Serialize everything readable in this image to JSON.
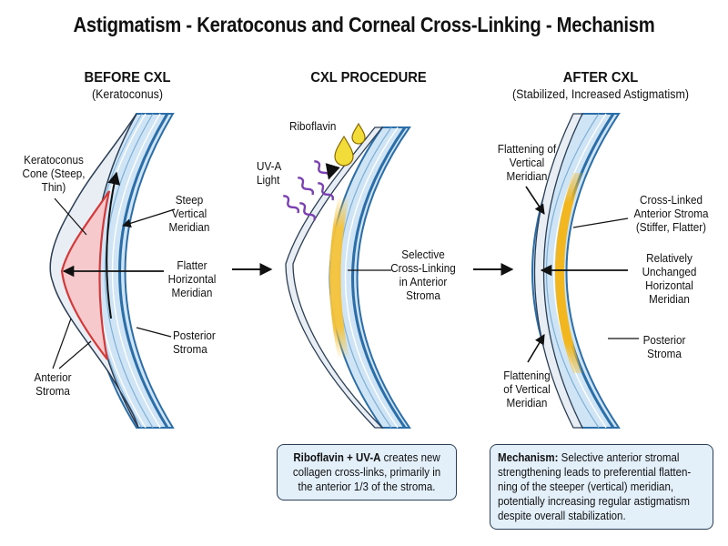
{
  "title": "Astigmatism - Keratoconus and Corneal Cross-Linking - Mechanism",
  "panels": {
    "before": {
      "heading": "BEFORE CXL",
      "subheading": "(Keratoconus)",
      "labels": {
        "cone": "Keratoconus\nCone (Steep,\nThin)",
        "steep": "Steep\nVertical\nMeridian",
        "flatter": "Flatter\nHorizontal\nMeridian",
        "posterior": "Posterior\nStroma",
        "anterior": "Anterior\nStroma"
      }
    },
    "procedure": {
      "heading": "CXL PROCEDURE",
      "labels": {
        "riboflavin": "Riboflavin",
        "uva": "UV-A\nLight",
        "selective": "Selective\nCross-Linking\nin Anterior\nStroma"
      },
      "note_bold": "Riboflavin + UV-A",
      "note_line1": " creates new",
      "note_line2": "collagen cross-links, primarily in",
      "note_line3": "the anterior 1/3 of the stroma."
    },
    "after": {
      "heading": "AFTER CXL",
      "subheading": "(Stabilized, Increased Astigmatism)",
      "labels": {
        "flat_top": "Flattening of\nVertical\nMeridian",
        "crosslinked": "Cross-Linked\nAnterior Stroma\n(Stiffer, Flatter)",
        "unchanged": "Relatively\nUnchanged\nHorizontal\nMeridian",
        "posterior": "Posterior\nStroma",
        "flat_bottom": "Flattening\nof Vertical\nMeridian"
      },
      "note_bold": "Mechanism:",
      "note_line1": " Selective anterior stromal",
      "note_line2": "strengthening leads to preferential flatten-",
      "note_line3": "ning of the steeper (vertical) meridian,",
      "note_line4": "potentially increasing regular astigmatism",
      "note_line5": "despite overall stabilization."
    }
  },
  "colors": {
    "cornea_outer": "#2b6ea8",
    "cornea_fill": "#cfe4f4",
    "cornea_lines": "#7fb0d8",
    "cone_fill": "#f6c9cc",
    "cone_stroke": "#d23a3a",
    "crosslink": "#f6c23a",
    "uv": "#7a3fb0",
    "riboflavin": "#f2dc3a",
    "box_fill": "#e3f0fa"
  }
}
